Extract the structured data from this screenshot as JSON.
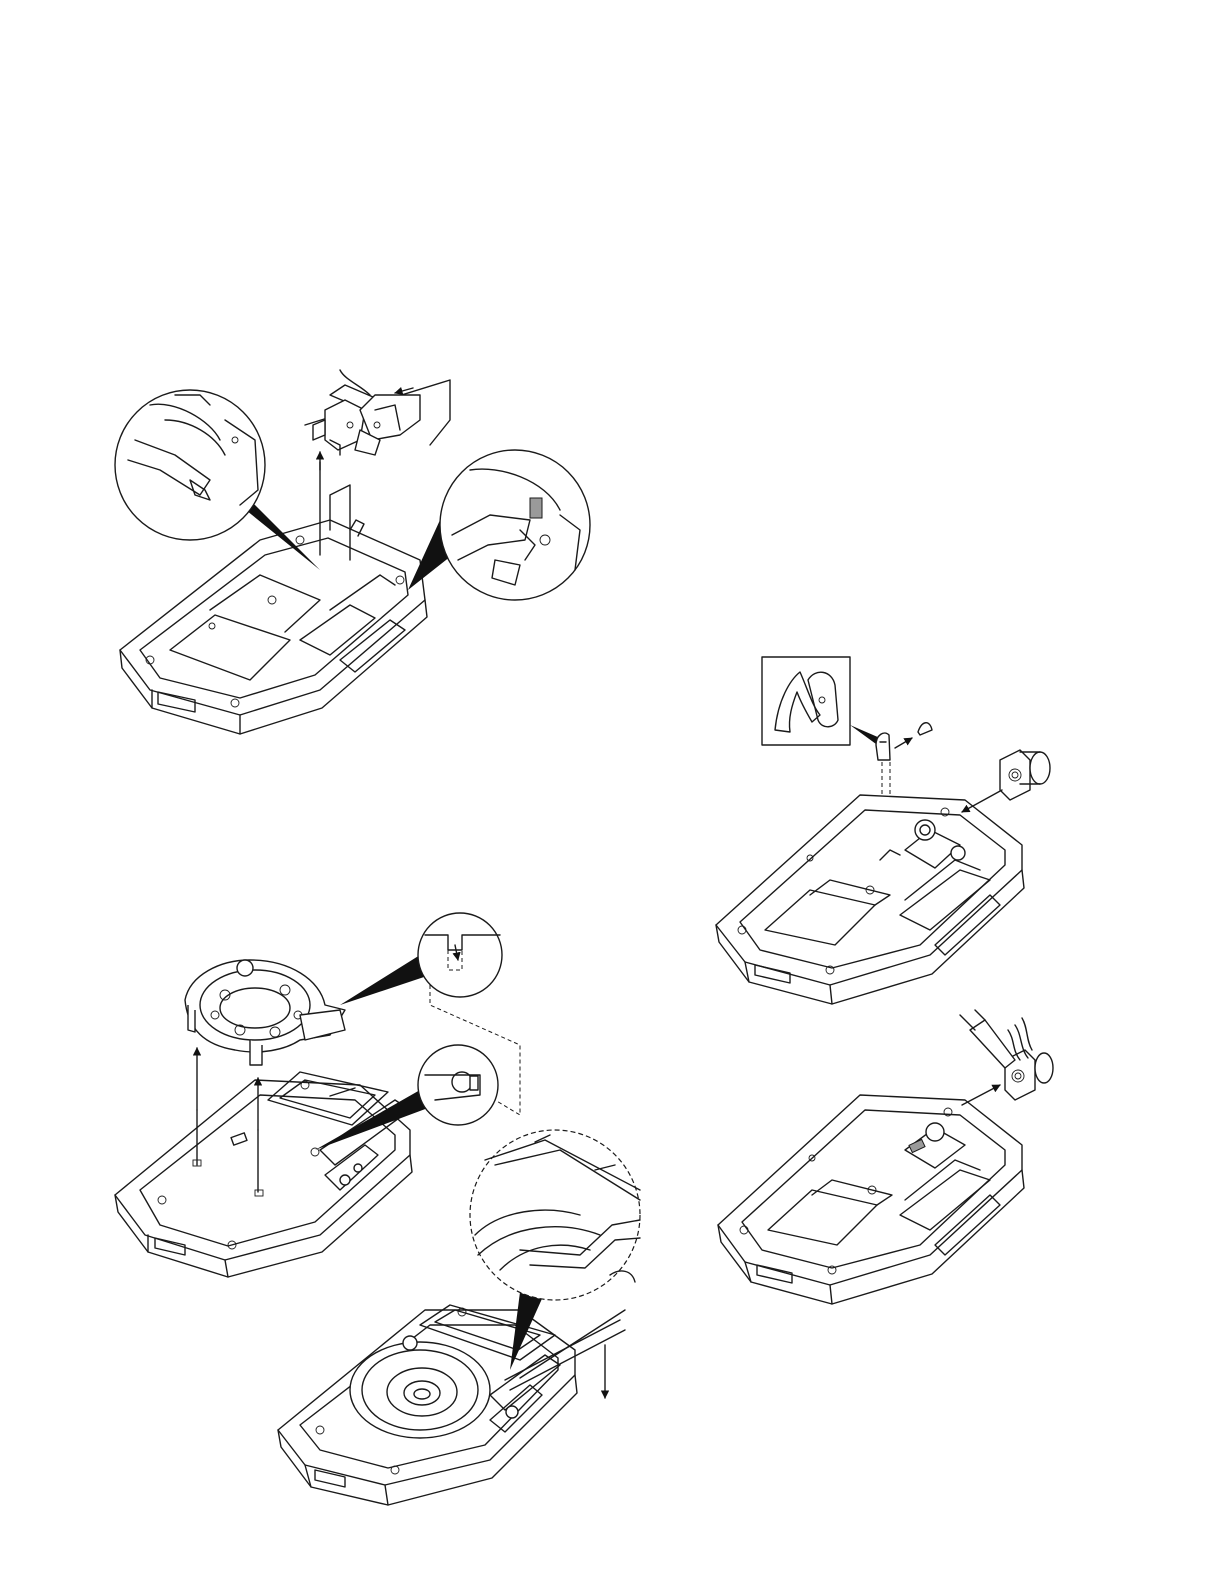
{
  "page": {
    "background": "#ffffff",
    "line_color": "#1a1a1a"
  },
  "figures": [
    {
      "id": "fig-1",
      "subject": "speaker-jack-removal",
      "icons": [
        "magnifier-callout-icon",
        "magnifier-callout-icon",
        "up-arrow-icon",
        "left-arrow-icon"
      ]
    },
    {
      "id": "fig-2",
      "subject": "speaker-holder-removal",
      "icons": [
        "magnifier-callout-icon",
        "magnifier-callout-icon",
        "up-arrow-icon",
        "up-arrow-icon"
      ]
    },
    {
      "id": "fig-3",
      "subject": "speaker-pull-out",
      "icons": [
        "magnifier-callout-icon",
        "down-arrow-icon"
      ]
    },
    {
      "id": "fig-4",
      "subject": "clip-and-jack-removal",
      "icons": [
        "inset-box-icon",
        "right-arrow-icon",
        "left-arrow-icon"
      ]
    },
    {
      "id": "fig-5",
      "subject": "jack-installation",
      "icons": [
        "right-arrow-icon",
        "soldering-iron-icon"
      ]
    }
  ]
}
